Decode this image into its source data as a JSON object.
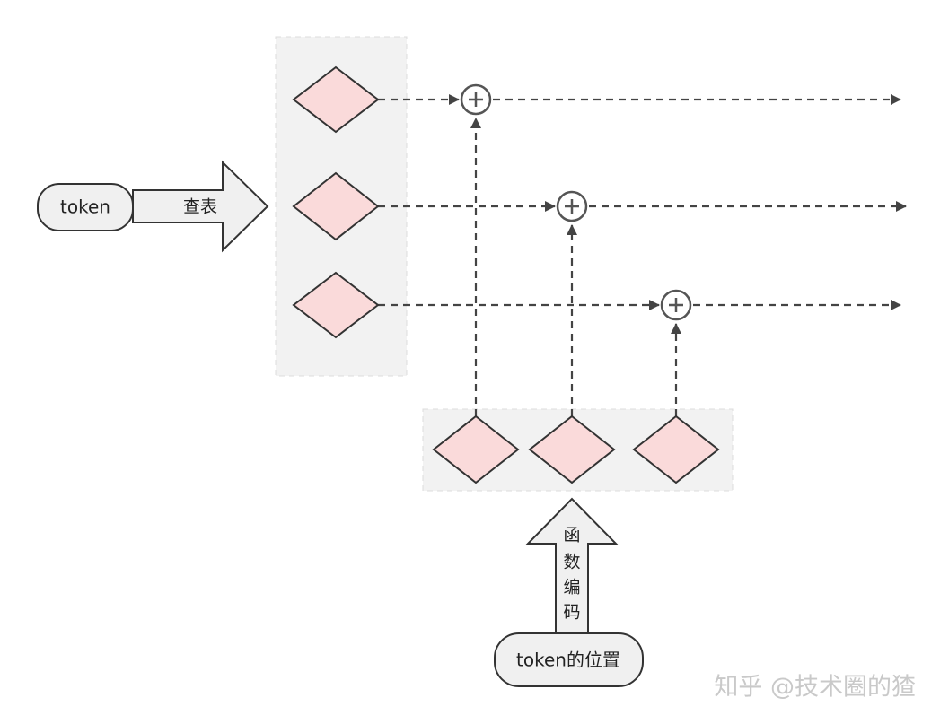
{
  "nodes": {
    "token": "token",
    "lookup": "查表",
    "function_encoding": [
      "函",
      "数",
      "编",
      "码"
    ],
    "token_position": "token的位置"
  },
  "watermark": "知乎 @技术圈的猹",
  "colors": {
    "diamond_fill": "#fadada",
    "group_fill": "#f2f2f2",
    "node_fill": "#f0f0f0",
    "stroke": "#333333",
    "edge": "#555555"
  }
}
